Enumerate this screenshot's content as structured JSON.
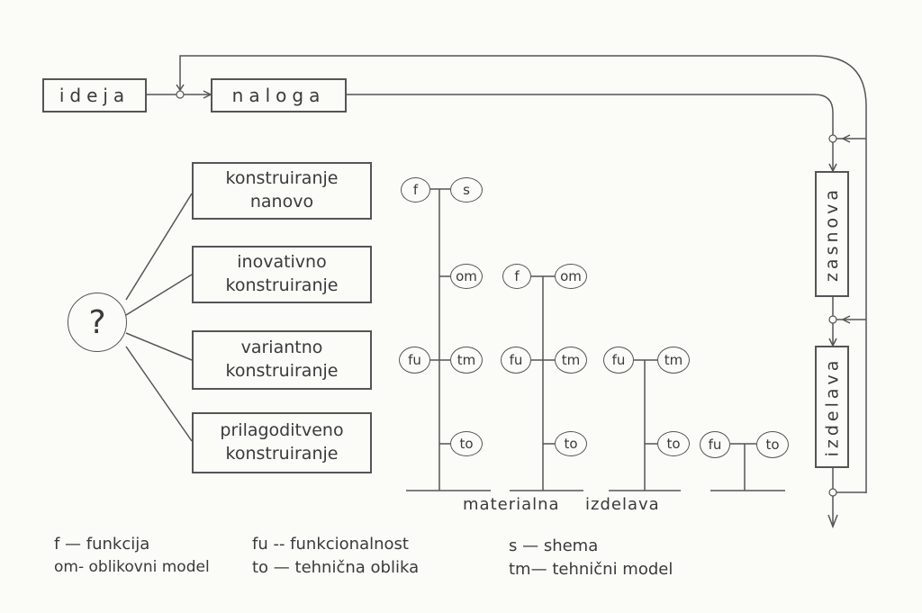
{
  "top_flow": {
    "ideja": "ideja",
    "naloga": "naloga",
    "zasnova": "zasnova",
    "izdelava": "izdelava"
  },
  "question_mark": "?",
  "types": [
    {
      "line1": "konstruiranje",
      "line2": "nanovo"
    },
    {
      "line1": "inovativno",
      "line2": "konstruiranje"
    },
    {
      "line1": "variantno",
      "line2": "konstruiranje"
    },
    {
      "line1": "prilagoditveno",
      "line2": "konstruiranje"
    }
  ],
  "nodes": {
    "f": "f",
    "s": "s",
    "om": "om",
    "fu": "fu",
    "tm": "tm",
    "to": "to"
  },
  "bottom_label": {
    "word1": "materialna",
    "word2": "izdelava"
  },
  "legend": {
    "f": "f —  funkcija",
    "om": "om-  oblikovni model",
    "fu": "fu --  funkcionalnost",
    "to": "to —  tehnična oblika",
    "s": "s —  shema",
    "tm": "tm—  tehnični  model"
  }
}
